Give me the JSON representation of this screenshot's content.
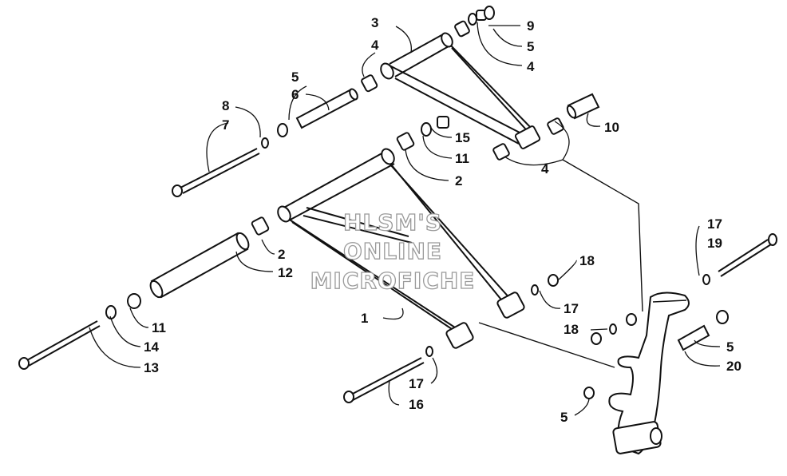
{
  "watermark": [
    "HLSM'S",
    "ONLINE",
    "MICROFICHE"
  ],
  "callouts": [
    {
      "id": "c3",
      "text": "3"
    },
    {
      "id": "c9",
      "text": "9"
    },
    {
      "id": "c5a",
      "text": "5"
    },
    {
      "id": "c4a",
      "text": "4"
    },
    {
      "id": "c4b",
      "text": "4"
    },
    {
      "id": "c5b",
      "text": "5"
    },
    {
      "id": "c6",
      "text": "6"
    },
    {
      "id": "c8",
      "text": "8"
    },
    {
      "id": "c7",
      "text": "7"
    },
    {
      "id": "c10",
      "text": "10"
    },
    {
      "id": "c4c",
      "text": "4"
    },
    {
      "id": "c15",
      "text": "15"
    },
    {
      "id": "c11a",
      "text": "11"
    },
    {
      "id": "c2a",
      "text": "2"
    },
    {
      "id": "c2b",
      "text": "2"
    },
    {
      "id": "c12",
      "text": "12"
    },
    {
      "id": "c17a",
      "text": "17"
    },
    {
      "id": "c19",
      "text": "19"
    },
    {
      "id": "c18a",
      "text": "18"
    },
    {
      "id": "c1",
      "text": "1"
    },
    {
      "id": "c17b",
      "text": "17"
    },
    {
      "id": "c18b",
      "text": "18"
    },
    {
      "id": "c11b",
      "text": "11"
    },
    {
      "id": "c14",
      "text": "14"
    },
    {
      "id": "c13",
      "text": "13"
    },
    {
      "id": "c5c",
      "text": "5"
    },
    {
      "id": "c20",
      "text": "20"
    },
    {
      "id": "c17c",
      "text": "17"
    },
    {
      "id": "c16",
      "text": "16"
    },
    {
      "id": "c5d",
      "text": "5"
    }
  ]
}
